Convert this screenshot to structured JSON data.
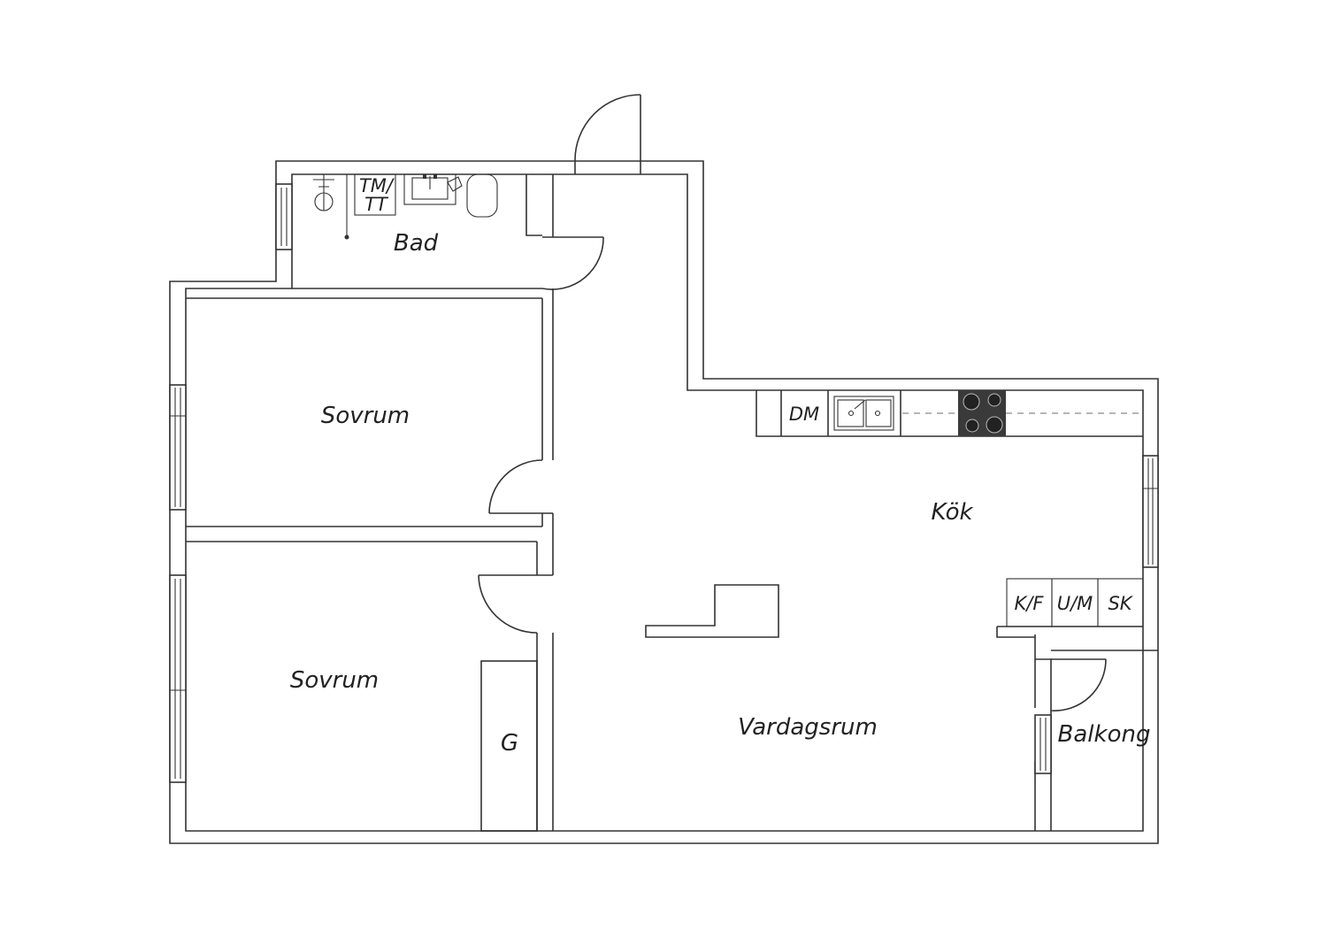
{
  "rooms": {
    "bad": "Bad",
    "sovrum_top": "Sovrum",
    "sovrum_bottom": "Sovrum",
    "kok": "Kök",
    "vardagsrum": "Vardagsrum",
    "balkong": "Balkong"
  },
  "fixtures": {
    "tm": "TM/",
    "tt": "TT",
    "dm": "DM",
    "kf": "K/F",
    "um": "U/M",
    "sk": "SK",
    "wardrobe": "G"
  },
  "colors": {
    "wall_stroke": "#333333",
    "stove": "#3a3a3a",
    "background": "#ffffff"
  }
}
